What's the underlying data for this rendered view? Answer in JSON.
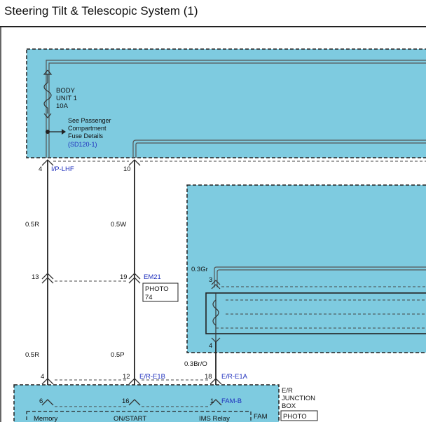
{
  "title": "Steering Tilt & Telescopic System (1)",
  "colors": {
    "box_fill": "#7ecbe0",
    "wire": "#333333",
    "link_text": "#1e2fbd"
  },
  "fuse": {
    "line1": "BODY",
    "line2": "UNIT 1",
    "line3": "10A"
  },
  "fuse_note": {
    "line1": "See Passenger",
    "line2": "Compartment",
    "line3": "Fuse Details",
    "ref": "(SD120-1)"
  },
  "connectors": {
    "ip_lhf": {
      "pin_a": "4",
      "name": "I/P-LHF",
      "pin_b": "10"
    },
    "em21": {
      "pin_a": "13",
      "pin_b": "19",
      "name": "EM21",
      "photo": "PHOTO",
      "photo_num": "74"
    },
    "er_e1b": {
      "pin_a": "4",
      "pin_b": "12",
      "name": "E/R-E1B"
    },
    "er_e1a": {
      "pin": "18",
      "name": "E/R-E1A"
    },
    "fam_b": {
      "pin_a": "6",
      "pin_b": "16",
      "pin_c": "1",
      "name": "FAM-B"
    }
  },
  "wires": {
    "w1_upper": "0.5R",
    "w2_upper": "0.5W",
    "w1_lower": "0.5R",
    "w2_lower": "0.5P",
    "w3_top": "0.3Gr",
    "w3_bottom": "0.3Br/O"
  },
  "relay_box": {
    "pin_top": "3",
    "pin_bottom": "4"
  },
  "junction_box": {
    "line1": "E/R",
    "line2": "JUNCTION",
    "line3": "BOX",
    "photo": "PHOTO",
    "fam": "FAM"
  },
  "fuses_bottom": {
    "f1": "Memory",
    "f2": "ON/START",
    "f3": "IMS Relay"
  }
}
